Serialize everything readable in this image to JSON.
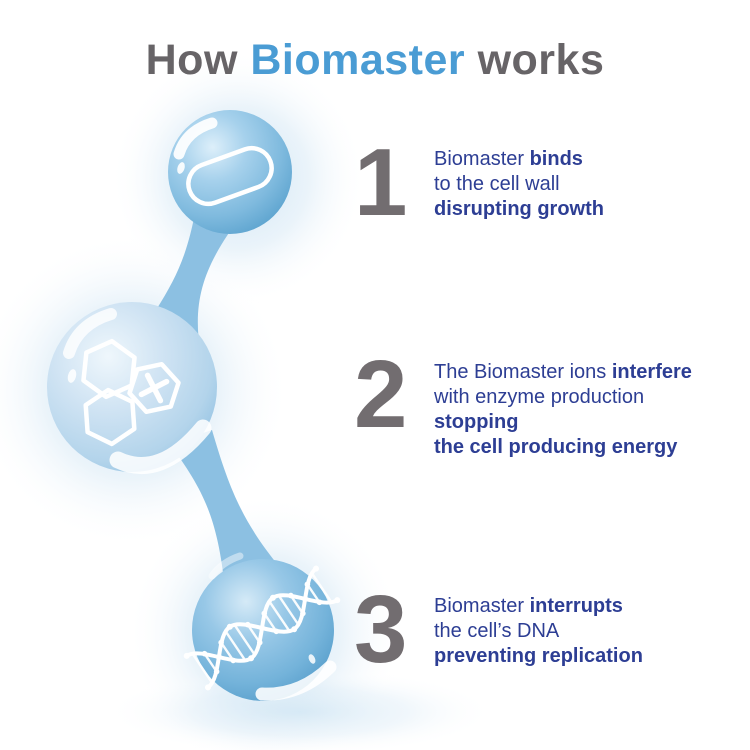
{
  "title": {
    "prefix": "How ",
    "brand": "Biomaster",
    "suffix": " works"
  },
  "colors": {
    "title_gray": "#676467",
    "brand_blue": "#4a9cd4",
    "number_gray": "#726d70",
    "step_text_blue": "#2d3e94",
    "bubble_blue_dark": "#4f98c7",
    "bubble_blue_mid": "#7fbade",
    "bubble_blue_light": "#cfe3f3",
    "connector_blue": "#8cc0e2",
    "glow_blue": "#d9eaf6",
    "icon_white": "#ffffff",
    "background": "#ffffff"
  },
  "steps": [
    {
      "number": "1",
      "icon": "capsule-bacterium-icon",
      "lines": [
        {
          "pre": "Biomaster ",
          "bold": "binds"
        },
        {
          "pre": "to the cell wall",
          "bold": ""
        },
        {
          "pre": "",
          "bold": "disrupting growth"
        }
      ]
    },
    {
      "number": "2",
      "icon": "hexagon-molecules-icon",
      "lines": [
        {
          "pre": "The Biomaster ions ",
          "bold": "interfere"
        },
        {
          "pre": "with enzyme production ",
          "bold": "stopping"
        },
        {
          "pre": "",
          "bold": "the cell producing energy"
        }
      ]
    },
    {
      "number": "3",
      "icon": "dna-helix-icon",
      "lines": [
        {
          "pre": "Biomaster ",
          "bold": "interrupts"
        },
        {
          "pre": "the cell’s DNA",
          "bold": ""
        },
        {
          "pre": "",
          "bold": "preventing replication"
        }
      ]
    }
  ]
}
